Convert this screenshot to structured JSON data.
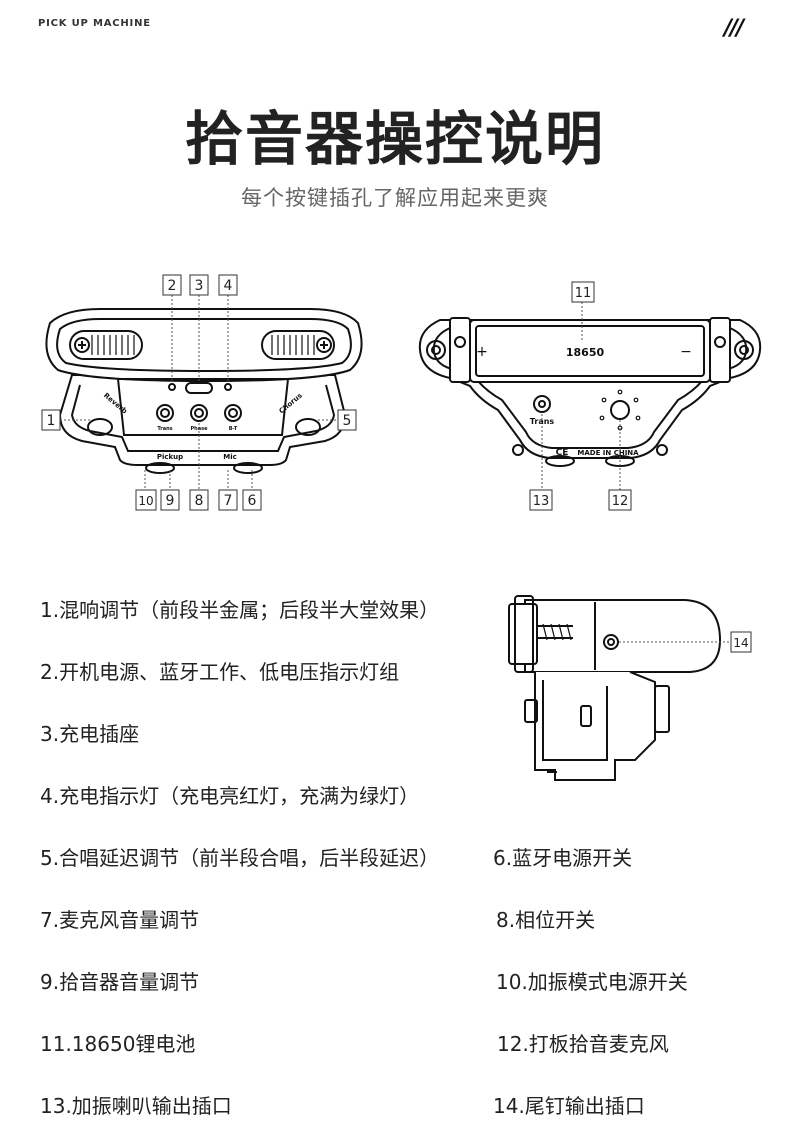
{
  "header": {
    "brand": "PICK UP MACHINE",
    "decoration": "///"
  },
  "title": "拾音器操控说明",
  "subtitle": "每个按键插孔了解应用起来更爽",
  "front_view": {
    "callouts": [
      "1",
      "2",
      "3",
      "4",
      "5",
      "6",
      "7",
      "8",
      "9",
      "10"
    ],
    "labels": {
      "reverb": "Reverb",
      "chorus": "Chorus",
      "trans": "Trans",
      "phase": "Phase",
      "bt": "B-T",
      "pickup": "Pickup",
      "mic": "Mic"
    }
  },
  "back_view": {
    "callouts": [
      "11",
      "12",
      "13"
    ],
    "labels": {
      "battery": "18650",
      "plus": "+",
      "minus": "−",
      "trans": "Trans",
      "made_in": "MADE IN CHINA",
      "ce": "CE"
    }
  },
  "side_view": {
    "callouts": [
      "14"
    ]
  },
  "items": [
    "1.混响调节（前段半金属；后段半大堂效果）",
    "2.开机电源、蓝牙工作、低电压指示灯组",
    "3.充电插座",
    "4.充电指示灯（充电亮红灯，充满为绿灯）",
    "5.合唱延迟调节（前半段合唱，后半段延迟）",
    "6.蓝牙电源开关",
    "7.麦克风音量调节",
    "8.相位开关",
    "9.拾音器音量调节",
    "10.加振模式电源开关",
    "11.18650锂电池",
    "12.打板拾音麦克风",
    "13.加振喇叭输出插口",
    "14.尾钉输出插口"
  ]
}
